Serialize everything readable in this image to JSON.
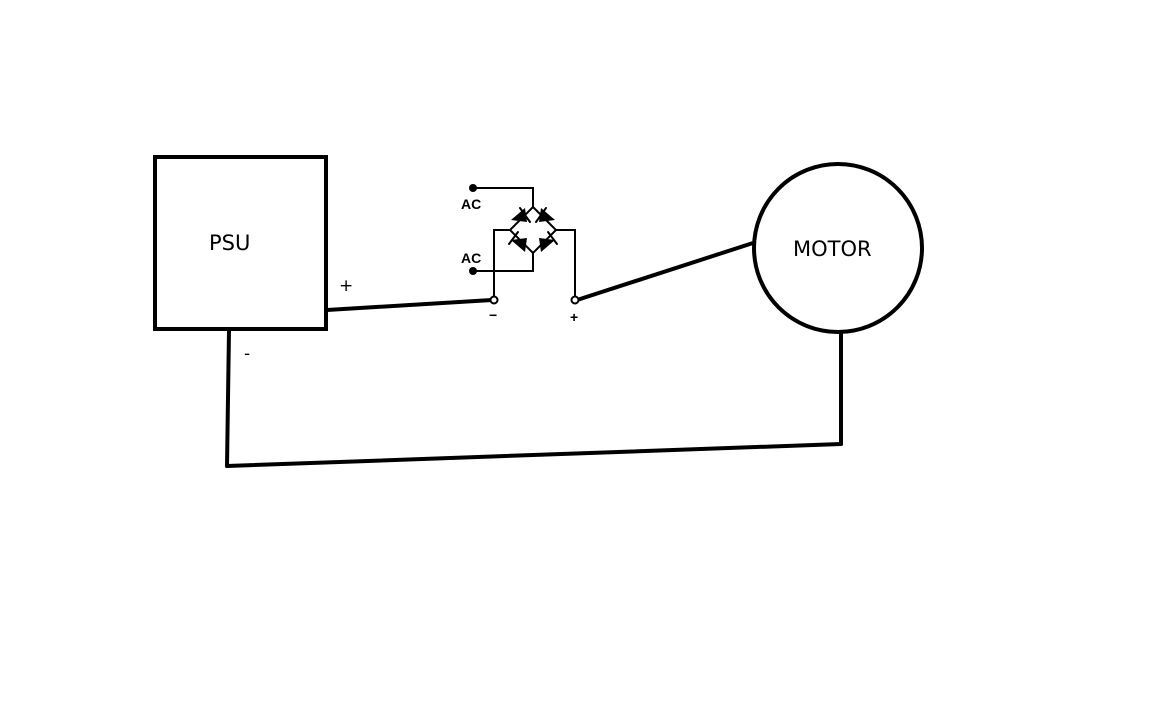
{
  "psu": {
    "label": "PSU",
    "plus_label": "+",
    "minus_label": "-"
  },
  "motor": {
    "label": "MOTOR"
  },
  "bridge": {
    "ac_top_label": "AC",
    "ac_bottom_label": "AC",
    "neg_label": "−",
    "pos_label": "+"
  }
}
